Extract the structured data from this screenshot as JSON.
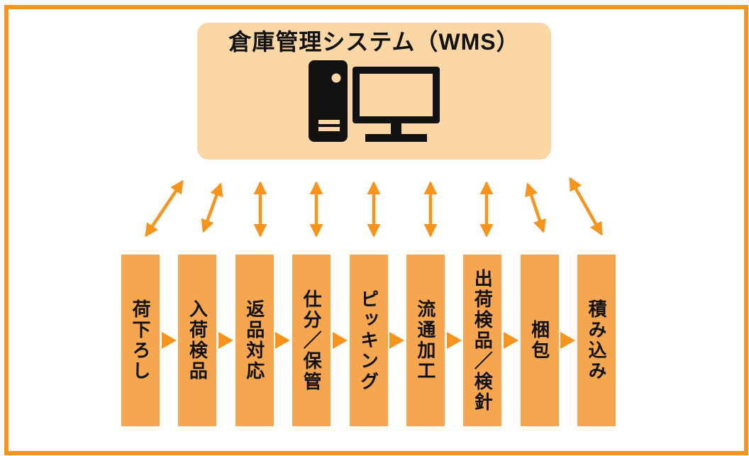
{
  "diagram": {
    "title": "倉庫管理システム（WMS）",
    "system_icon": "computer-icon",
    "steps": [
      "荷下ろし",
      "入荷検品",
      "返品対応",
      "仕分／保管",
      "ピッキング",
      "流通加工",
      "出荷検品／検針",
      "梱包",
      "積み込み"
    ],
    "connections": "bidirectional-arrows-between-wms-and-each-step",
    "colors": {
      "frame_orange": "#F6941E",
      "arrow_orange": "#F6941E",
      "step_arrow_orange": "#F6941E",
      "bar_orange": "#F6A64F",
      "box_peach": "#FBD7A6",
      "icon_black": "#111111",
      "text_black": "#111111",
      "background": "#FFFFFF"
    }
  }
}
